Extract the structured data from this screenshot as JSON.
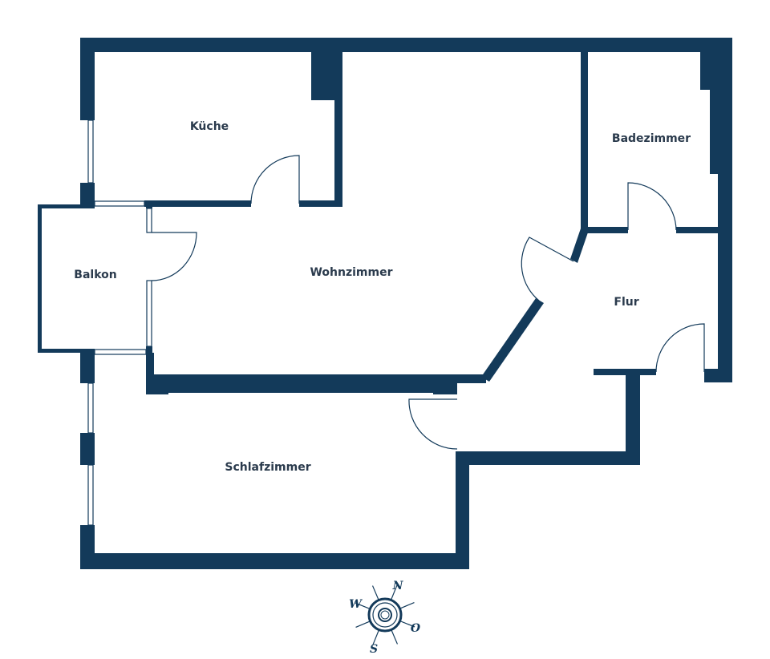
{
  "rooms": {
    "kueche": "Küche",
    "badezimmer": "Badezimmer",
    "wohnzimmer": "Wohnzimmer",
    "balkon": "Balkon",
    "flur": "Flur",
    "schlafzimmer": "Schlafzimmer"
  },
  "compass": {
    "north": "N",
    "east": "O",
    "south": "S",
    "west": "W"
  },
  "colors": {
    "wall": "#133a5a",
    "text": "#2a3a4c"
  }
}
